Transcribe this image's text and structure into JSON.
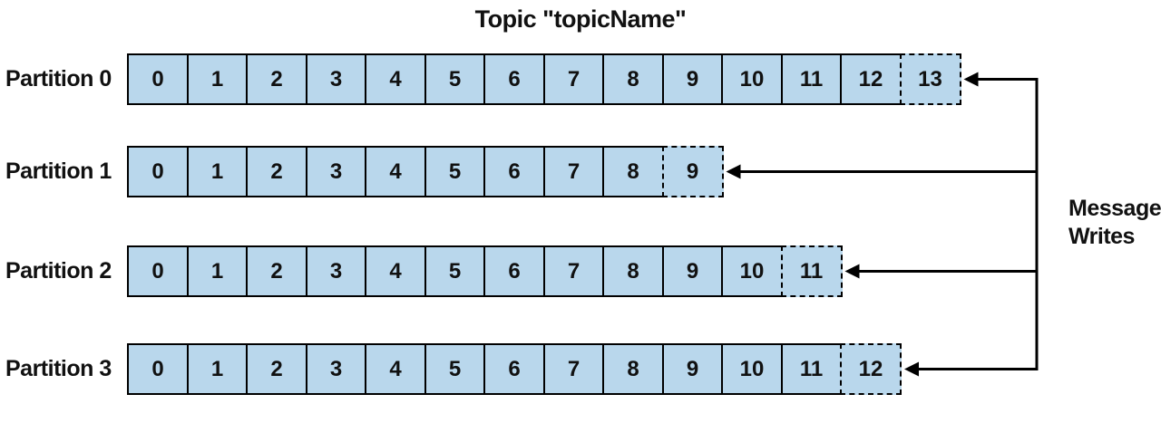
{
  "title": "Topic \"topicName\"",
  "annotation": {
    "lines": [
      "Message",
      "Writes"
    ]
  },
  "colors": {
    "cell_fill": "#b9d7ec",
    "cell_border": "#000000",
    "background": "#ffffff",
    "text": "#111111"
  },
  "partitions": [
    {
      "label": "Partition 0",
      "cells": [
        "0",
        "1",
        "2",
        "3",
        "4",
        "5",
        "6",
        "7",
        "8",
        "9",
        "10",
        "11",
        "12",
        "13"
      ],
      "dashed_last_cell": true
    },
    {
      "label": "Partition 1",
      "cells": [
        "0",
        "1",
        "2",
        "3",
        "4",
        "5",
        "6",
        "7",
        "8",
        "9"
      ],
      "dashed_last_cell": true
    },
    {
      "label": "Partition 2",
      "cells": [
        "0",
        "1",
        "2",
        "3",
        "4",
        "5",
        "6",
        "7",
        "8",
        "9",
        "10",
        "11"
      ],
      "dashed_last_cell": true
    },
    {
      "label": "Partition 3",
      "cells": [
        "0",
        "1",
        "2",
        "3",
        "4",
        "5",
        "6",
        "7",
        "8",
        "9",
        "10",
        "11",
        "12"
      ],
      "dashed_last_cell": true
    }
  ]
}
